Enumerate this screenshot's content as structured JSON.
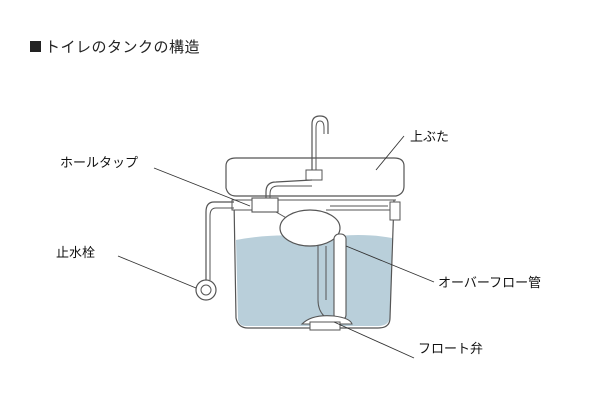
{
  "title": "トイレのタンクの構造",
  "labels": {
    "lid": "上ぶた",
    "ball_tap": "ホールタップ",
    "stop_valve": "止水栓",
    "overflow_pipe": "オーバーフロー管",
    "float_valve": "フロート弁"
  },
  "colors": {
    "water": "#b9cfda",
    "line": "#555555",
    "tank_fill": "#ffffff"
  }
}
